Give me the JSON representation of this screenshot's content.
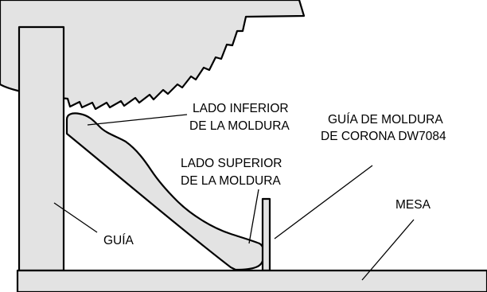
{
  "labels": {
    "lower_side": [
      "LADO INFERIOR",
      "DE LA MOLDURA"
    ],
    "guide": [
      "GUÍA DE MOLDURA",
      "DE CORONA DW7084"
    ],
    "upper_side": [
      "LADO SUPERIOR",
      "DE LA MOLDURA"
    ],
    "table": "MESA",
    "fence": "GUÍA"
  },
  "colors": {
    "fill": "#e3e3e3",
    "stroke": "#000000",
    "background": "#ffffff"
  }
}
